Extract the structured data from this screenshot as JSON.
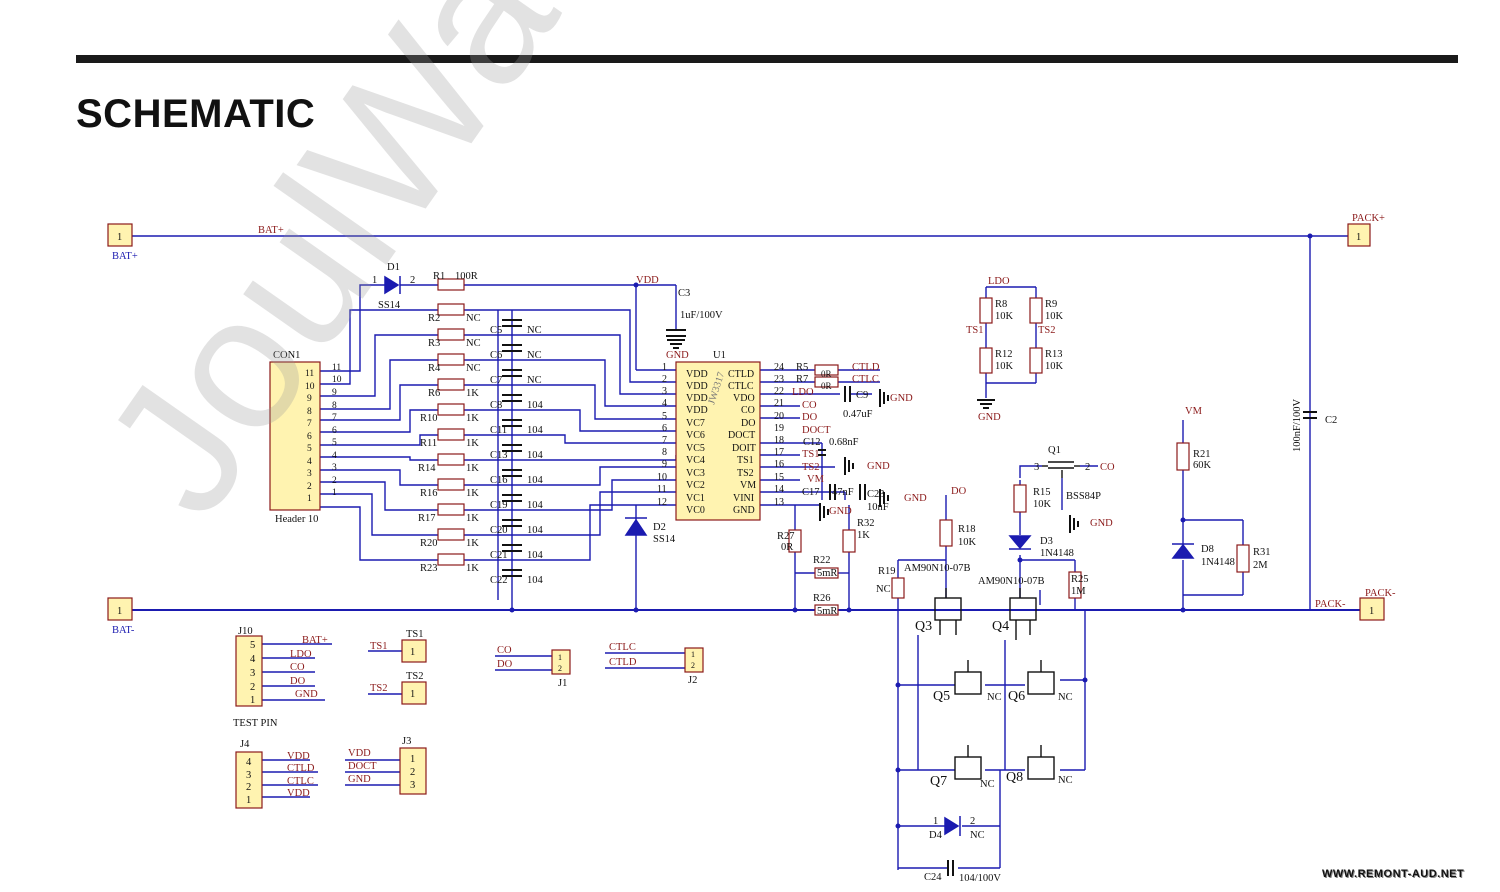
{
  "page": {
    "title": "SCHEMATIC",
    "watermark": "JoulWatt Confidential",
    "footer": "WWW.REMONT-AUD.NET"
  },
  "colors": {
    "wire": "#1b1bb0",
    "label": "#8b1a1a",
    "part": "#111111",
    "box": "#fff3b0",
    "grid_fill": "#fff3b0"
  },
  "nets": {
    "bat_plus": "BAT+",
    "bat_minus": "BAT-",
    "pack_plus": "PACK+",
    "pack_minus": "PACK-",
    "vdd": "VDD",
    "gnd": "GND",
    "ldo": "LDO",
    "ctld": "CTLD",
    "ctlc": "CTLC",
    "co": "CO",
    "do": "DO",
    "doct": "DOCT",
    "ts1": "TS1",
    "ts2": "TS2",
    "vm": "VM"
  },
  "connectors": {
    "bat_plus_pin": "1",
    "bat_minus_pin": "1",
    "pack_plus_pin": "1",
    "pack_minus_pin": "1",
    "con1": {
      "ref": "CON1",
      "name": "Header 10",
      "pins": [
        "11",
        "10",
        "9",
        "8",
        "7",
        "6",
        "5",
        "4",
        "3",
        "2",
        "1"
      ]
    },
    "j10": {
      "ref": "J10",
      "name": "TEST PIN",
      "pins": [
        "5",
        "4",
        "3",
        "2",
        "1"
      ],
      "signals": [
        "BAT+",
        "LDO",
        "CO",
        "DO",
        "GND"
      ]
    },
    "j4": {
      "ref": "J4",
      "pins": [
        "4",
        "3",
        "2",
        "1"
      ],
      "signals": [
        "VDD",
        "CTLD",
        "CTLC",
        "VDD"
      ]
    },
    "j3": {
      "ref": "J3",
      "pins": [
        "1",
        "2",
        "3"
      ],
      "signals": [
        "VDD",
        "DOCT",
        "GND"
      ]
    },
    "ts1": {
      "ref": "TS1",
      "pin": "1",
      "net": "TS1"
    },
    "ts2": {
      "ref": "TS2",
      "pin": "1",
      "net": "TS2"
    },
    "j1": {
      "ref": "J1",
      "signals": [
        "CO",
        "DO"
      ],
      "pins": [
        "1",
        "2"
      ]
    },
    "j2": {
      "ref": "J2",
      "signals": [
        "CTLC",
        "CTLD"
      ],
      "pins": [
        "1",
        "2"
      ]
    }
  },
  "ic": {
    "ref": "U1",
    "part": "JW3317",
    "left": [
      {
        "pin": "1",
        "name": "VDD"
      },
      {
        "pin": "2",
        "name": "VDD"
      },
      {
        "pin": "3",
        "name": "VDD"
      },
      {
        "pin": "4",
        "name": "VDD"
      },
      {
        "pin": "5",
        "name": "VC7"
      },
      {
        "pin": "6",
        "name": "VC6"
      },
      {
        "pin": "7",
        "name": "VC5"
      },
      {
        "pin": "8",
        "name": "VC4"
      },
      {
        "pin": "9",
        "name": "VC3"
      },
      {
        "pin": "10",
        "name": "VC2"
      },
      {
        "pin": "11",
        "name": "VC1"
      },
      {
        "pin": "12",
        "name": "VC0"
      }
    ],
    "right": [
      {
        "pin": "24",
        "name": "CTLD"
      },
      {
        "pin": "23",
        "name": "CTLC"
      },
      {
        "pin": "22",
        "name": "VDO"
      },
      {
        "pin": "21",
        "name": "CO"
      },
      {
        "pin": "20",
        "name": "DO"
      },
      {
        "pin": "19",
        "name": "DOCT"
      },
      {
        "pin": "18",
        "name": "DOIT"
      },
      {
        "pin": "17",
        "name": "TS1"
      },
      {
        "pin": "16",
        "name": "TS2"
      },
      {
        "pin": "15",
        "name": "VM"
      },
      {
        "pin": "14",
        "name": "VINI"
      },
      {
        "pin": "13",
        "name": "GND"
      }
    ]
  },
  "resistors": [
    {
      "ref": "R1",
      "val": "100R"
    },
    {
      "ref": "R2",
      "val": "NC"
    },
    {
      "ref": "R3",
      "val": "NC"
    },
    {
      "ref": "R4",
      "val": "NC"
    },
    {
      "ref": "R6",
      "val": "1K"
    },
    {
      "ref": "R10",
      "val": "1K"
    },
    {
      "ref": "R11",
      "val": "1K"
    },
    {
      "ref": "R14",
      "val": "1K"
    },
    {
      "ref": "R16",
      "val": "1K"
    },
    {
      "ref": "R17",
      "val": "1K"
    },
    {
      "ref": "R20",
      "val": "1K"
    },
    {
      "ref": "R23",
      "val": "1K"
    }
  ],
  "caps": [
    {
      "ref": "C5",
      "val": "NC"
    },
    {
      "ref": "C6",
      "val": "NC"
    },
    {
      "ref": "C7",
      "val": "NC"
    },
    {
      "ref": "C8",
      "val": "104"
    },
    {
      "ref": "C11",
      "val": "104"
    },
    {
      "ref": "C13",
      "val": "104"
    },
    {
      "ref": "C16",
      "val": "104"
    },
    {
      "ref": "C19",
      "val": "104"
    },
    {
      "ref": "C20",
      "val": "104"
    },
    {
      "ref": "C21",
      "val": "104"
    },
    {
      "ref": "C22",
      "val": "104"
    }
  ],
  "parts": {
    "d1": {
      "ref": "D1",
      "val": "SS14",
      "p1": "1",
      "p2": "2"
    },
    "d2": {
      "ref": "D2",
      "val": "SS14"
    },
    "c3": {
      "ref": "C3",
      "val": "1uF/100V"
    },
    "r5": {
      "ref": "R5",
      "val": "0R"
    },
    "r7": {
      "ref": "R7",
      "val": "0R"
    },
    "c9": {
      "ref": "C9",
      "val": "0.47uF"
    },
    "c12": {
      "ref": "C12",
      "val": "0.68nF"
    },
    "c17": {
      "ref": "C17",
      "val": "47nF"
    },
    "c23": {
      "ref": "C23",
      "val": "10nF"
    },
    "r27": {
      "ref": "R27",
      "val": "0R"
    },
    "r32": {
      "ref": "R32",
      "val": "1K"
    },
    "r22": {
      "ref": "R22",
      "val": "5mR"
    },
    "r26": {
      "ref": "R26",
      "val": "5mR"
    },
    "r8": {
      "ref": "R8",
      "val": "10K"
    },
    "r9": {
      "ref": "R9",
      "val": "10K"
    },
    "r12": {
      "ref": "R12",
      "val": "10K"
    },
    "r13": {
      "ref": "R13",
      "val": "10K"
    },
    "c2": {
      "ref": "C2",
      "val": "100nF/100V"
    },
    "r21": {
      "ref": "R21",
      "val": "60K"
    },
    "d8": {
      "ref": "D8",
      "val": "1N4148"
    },
    "r31": {
      "ref": "R31",
      "val": "2M"
    },
    "q1": {
      "ref": "Q1",
      "val": "BSS84P",
      "p2": "2",
      "p3": "3"
    },
    "r15": {
      "ref": "R15",
      "val": "10K"
    },
    "d3": {
      "ref": "D3",
      "val": "1N4148"
    },
    "r25": {
      "ref": "R25",
      "val": "1M"
    },
    "r18": {
      "ref": "R18",
      "val": "10K"
    },
    "r19": {
      "ref": "R19",
      "val": "NC"
    },
    "q3": {
      "ref": "Q3",
      "val": "AM90N10-07B"
    },
    "q4": {
      "ref": "Q4",
      "val": "AM90N10-07B"
    },
    "q5": {
      "ref": "Q5",
      "val": "NC"
    },
    "q6": {
      "ref": "Q6",
      "val": "NC"
    },
    "q7": {
      "ref": "Q7",
      "val": "NC"
    },
    "q8": {
      "ref": "Q8",
      "val": "NC"
    },
    "d4": {
      "ref": "D4",
      "val": "NC",
      "p1": "1",
      "p2": "2"
    },
    "c24": {
      "ref": "C24",
      "val": "104/100V"
    }
  }
}
